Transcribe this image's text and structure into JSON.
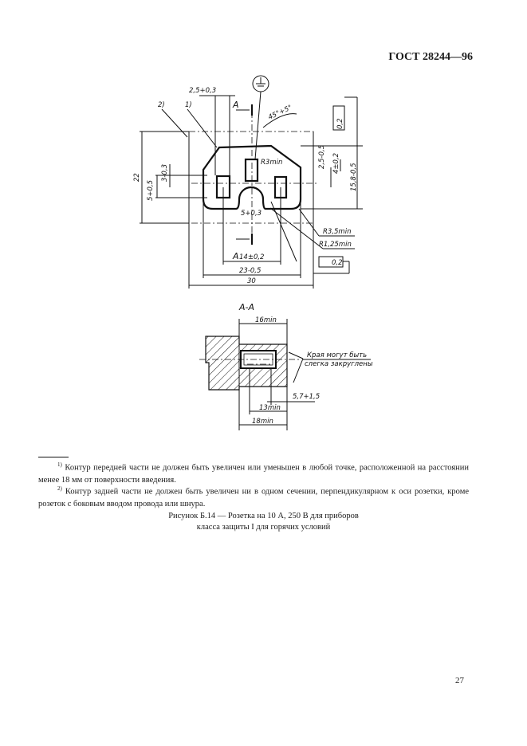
{
  "header": {
    "standard": "ГОСТ 28244—96"
  },
  "drawing_top": {
    "dim_2_5": "2,5+0,3",
    "note_2": "2)",
    "note_1": "1)",
    "section_mark": "A",
    "angle": "45°+5°",
    "tolerance_top": "0,2",
    "dim_22": "22",
    "dim_3": "3-0,3",
    "dim_5": "5+0,5",
    "dim_2_5_right": "2,5-0,5",
    "dim_4": "4±0,2",
    "dim_15_8": "15,8-0,5",
    "r3": "R3min",
    "dim_5_bottom": "5+0,3",
    "r3_5": "R3,5min",
    "r1_25": "R1,25min",
    "dim_14": "14±0,2",
    "tolerance_bottom": "0,2",
    "dim_23": "23-0,5",
    "dim_30": "30"
  },
  "drawing_section": {
    "title": "A-A",
    "dim_16": "16min",
    "note_line1": "Края могут быть",
    "note_line2": "слегка закруглены",
    "dim_5_7": "5,7+1,5",
    "dim_13": "13min",
    "dim_18": "18min"
  },
  "footnotes": [
    {
      "mark": "1)",
      "text": "Контур передней части не должен быть увеличен или уменьшен в любой точке, расположенной на расстоянии менее 18 мм от поверхности введения."
    },
    {
      "mark": "2)",
      "text": "Контур задней части не должен быть увеличен ни в одном сечении, перпендикулярном к оси розетки, кроме розеток с боковым вводом провода или шнура."
    }
  ],
  "caption": {
    "line1": "Рисунок Б.14 — Розетка на 10 А, 250 В для приборов",
    "line2": "класса защиты I для горячих условий"
  },
  "page_number": "27"
}
